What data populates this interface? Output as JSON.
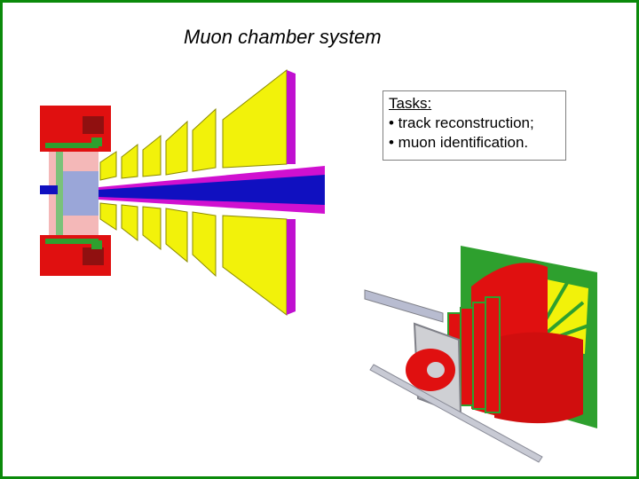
{
  "slide": {
    "title": "Muon chamber system",
    "tasks": {
      "heading": "Tasks:",
      "items": [
        "• track reconstruction;",
        "• muon identification."
      ]
    }
  },
  "colors": {
    "border": "#0a8a0a",
    "muon_chambers": "#f2f20a",
    "magnet_red": "#e01010",
    "beam_pipe_blue": "#1010c0",
    "beam_pipe_magenta": "#d010d0",
    "support_green": "#2ea02e"
  }
}
